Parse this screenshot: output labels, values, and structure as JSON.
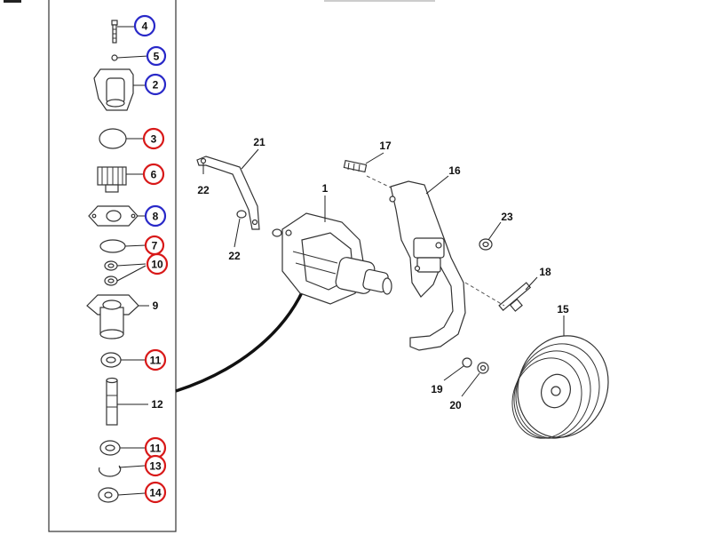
{
  "diagram": {
    "colors": {
      "red_circle": "#d81818",
      "blue_circle": "#2828c8",
      "line": "#333333",
      "hose": "#111111"
    },
    "kit_callouts": [
      {
        "id": "c4",
        "label": "4",
        "highlight": "blue"
      },
      {
        "id": "c5",
        "label": "5",
        "highlight": "blue"
      },
      {
        "id": "c2",
        "label": "2",
        "highlight": "blue"
      },
      {
        "id": "c3",
        "label": "3",
        "highlight": "red"
      },
      {
        "id": "c6",
        "label": "6",
        "highlight": "red"
      },
      {
        "id": "c8",
        "label": "8",
        "highlight": "blue"
      },
      {
        "id": "c7",
        "label": "7",
        "highlight": "red"
      },
      {
        "id": "c10",
        "label": "10",
        "highlight": "red"
      },
      {
        "id": "c9",
        "label": "9",
        "highlight": "none"
      },
      {
        "id": "c11a",
        "label": "11",
        "highlight": "red"
      },
      {
        "id": "c12",
        "label": "12",
        "highlight": "none"
      },
      {
        "id": "c11b",
        "label": "11",
        "highlight": "red"
      },
      {
        "id": "c13",
        "label": "13",
        "highlight": "red"
      },
      {
        "id": "c14",
        "label": "14",
        "highlight": "red"
      }
    ],
    "assembly_callouts": [
      {
        "id": "a1",
        "label": "1"
      },
      {
        "id": "a21",
        "label": "21"
      },
      {
        "id": "a22a",
        "label": "22"
      },
      {
        "id": "a22b",
        "label": "22"
      },
      {
        "id": "a17",
        "label": "17"
      },
      {
        "id": "a16",
        "label": "16"
      },
      {
        "id": "a23",
        "label": "23"
      },
      {
        "id": "a18",
        "label": "18"
      },
      {
        "id": "a15",
        "label": "15"
      },
      {
        "id": "a19",
        "label": "19"
      },
      {
        "id": "a20",
        "label": "20"
      }
    ]
  }
}
